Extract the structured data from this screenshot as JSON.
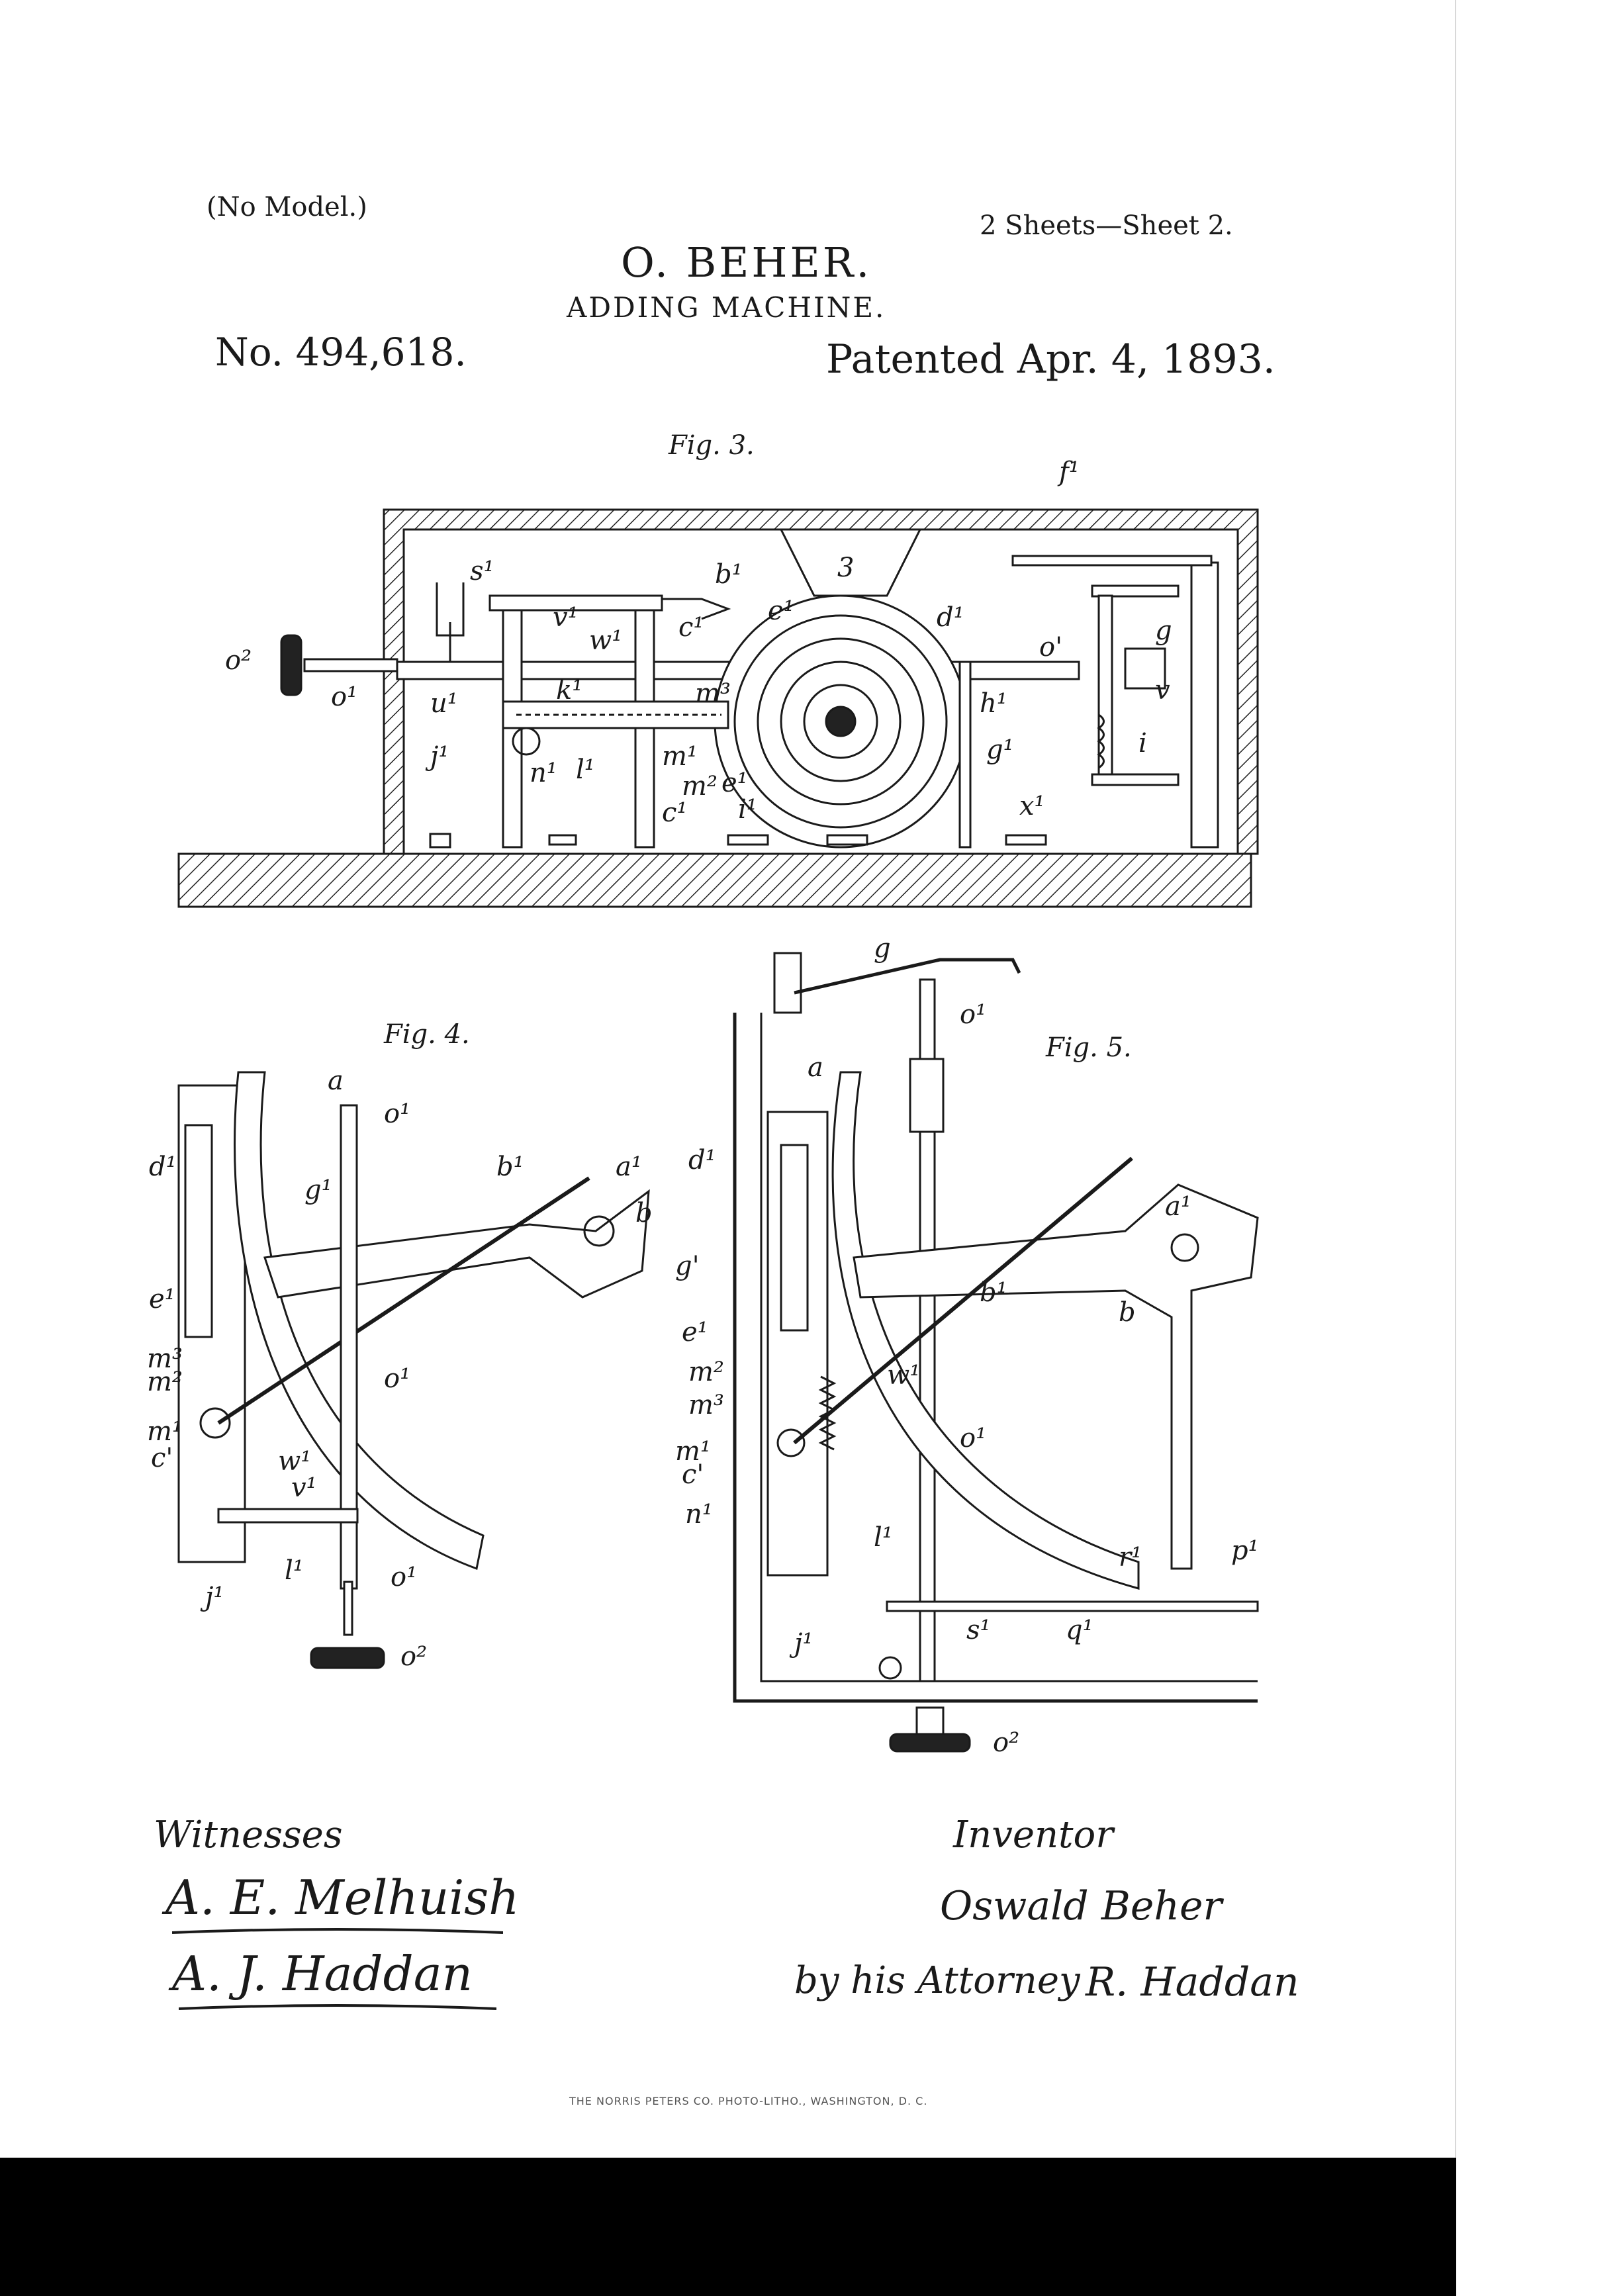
{
  "header": {
    "no_model": "(No Model.)",
    "sheets": "2 Sheets—Sheet 2.",
    "inventor": "O. BEHER.",
    "title": "ADDING MACHINE.",
    "patent_number": "No. 494,618.",
    "patented": "Patented Apr. 4, 1893."
  },
  "figures": {
    "fig3": "Fig. 3.",
    "fig4": "Fig. 4.",
    "fig5": "Fig. 5."
  },
  "labels": {
    "fig3": [
      "s¹",
      "b¹",
      "f¹",
      "o²",
      "o¹",
      "v¹",
      "w¹",
      "c¹",
      "e¹",
      "d¹",
      "o'",
      "g",
      "v",
      "i",
      "u¹",
      "k¹",
      "m³",
      "h¹",
      "j¹",
      "n¹",
      "l¹",
      "m¹",
      "m²",
      "e¹",
      "g¹",
      "c¹",
      "i¹",
      "x¹",
      "3"
    ],
    "fig4": [
      "a",
      "o¹",
      "b¹",
      "a¹",
      "b",
      "d¹",
      "g¹",
      "e¹",
      "m³",
      "m²",
      "m¹",
      "c'",
      "w¹",
      "v¹",
      "j¹",
      "l¹",
      "o¹",
      "o²",
      "o¹"
    ],
    "fig5": [
      "g",
      "o¹",
      "a",
      "d¹",
      "a¹",
      "b",
      "b¹",
      "g'",
      "e¹",
      "m²",
      "m³",
      "m¹",
      "c'",
      "w¹",
      "o¹",
      "n¹",
      "l¹",
      "j¹",
      "s¹",
      "q¹",
      "r¹",
      "p¹",
      "o²"
    ]
  },
  "signatures": {
    "witnesses_heading": "Witnesses",
    "inventor_heading": "Inventor",
    "by_attorney": "by his Attorney",
    "witness_1": "A. E. Melhuish",
    "witness_2": "A. J. Haddan",
    "inventor_signature": "Oswald Beher",
    "attorney_signature": "R. Haddan"
  },
  "imprint": "THE NORRIS PETERS CO. PHOTO-LITHO., WASHINGTON, D. C."
}
